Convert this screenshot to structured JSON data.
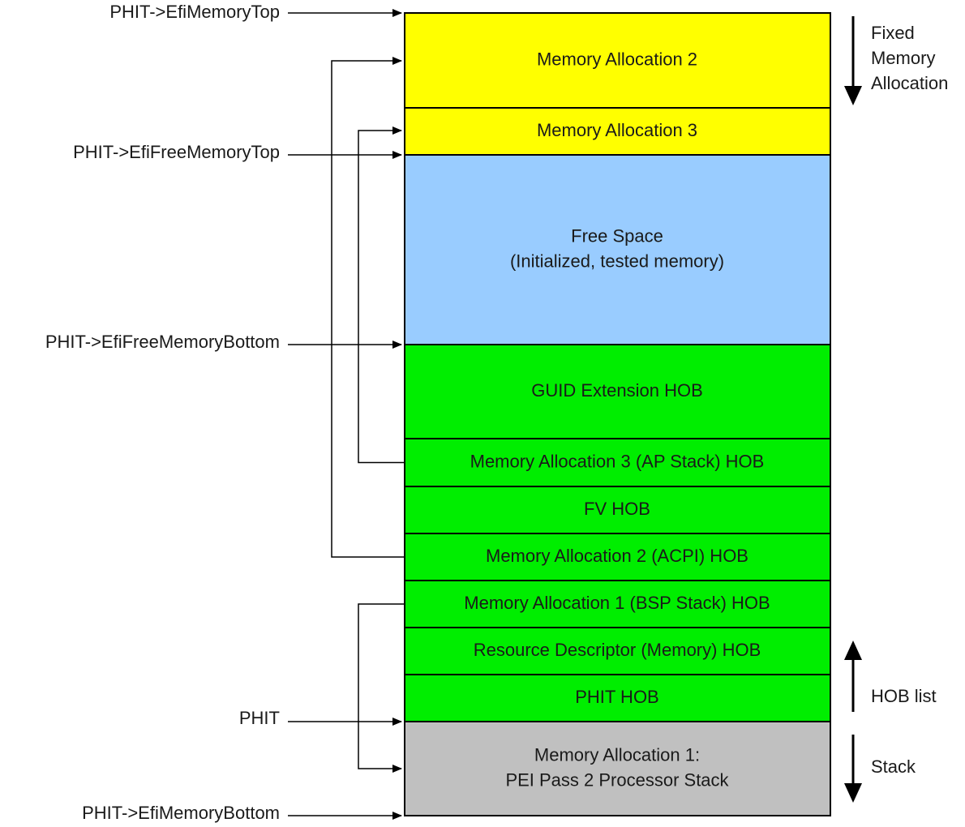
{
  "colors": {
    "yellow": "#ffff00",
    "blue": "#99ccff",
    "green": "#00ee00",
    "gray": "#c0c0c0",
    "stroke": "#000000"
  },
  "blocks": [
    {
      "id": "memory-allocation-2",
      "lines": [
        "Memory Allocation 2"
      ],
      "color": "yellow"
    },
    {
      "id": "memory-allocation-3",
      "lines": [
        "Memory Allocation 3"
      ],
      "color": "yellow"
    },
    {
      "id": "free-space",
      "lines": [
        "Free Space",
        "(Initialized, tested memory)"
      ],
      "color": "blue"
    },
    {
      "id": "guid-extension-hob",
      "lines": [
        "GUID Extension HOB"
      ],
      "color": "green"
    },
    {
      "id": "memory-allocation-3-ap-stack-hob",
      "lines": [
        "Memory Allocation 3 (AP Stack) HOB"
      ],
      "color": "green"
    },
    {
      "id": "fv-hob",
      "lines": [
        "FV HOB"
      ],
      "color": "green"
    },
    {
      "id": "memory-allocation-2-acpi-hob",
      "lines": [
        "Memory Allocation 2 (ACPI) HOB"
      ],
      "color": "green"
    },
    {
      "id": "memory-allocation-1-bsp-stack-hob",
      "lines": [
        "Memory Allocation 1 (BSP Stack) HOB"
      ],
      "color": "green"
    },
    {
      "id": "resource-descriptor-memory-hob",
      "lines": [
        "Resource Descriptor (Memory) HOB"
      ],
      "color": "green"
    },
    {
      "id": "phit-hob",
      "lines": [
        "PHIT HOB"
      ],
      "color": "green"
    },
    {
      "id": "memory-allocation-1-stack",
      "lines": [
        "Memory Allocation 1:",
        "PEI Pass 2 Processor Stack"
      ],
      "color": "gray"
    }
  ],
  "pointers": [
    {
      "id": "phit-efi-memory-top",
      "label": "PHIT->EfiMemoryTop"
    },
    {
      "id": "phit-efi-free-memory-top",
      "label": "PHIT->EfiFreeMemoryTop"
    },
    {
      "id": "phit-efi-free-memory-bottom",
      "label": "PHIT->EfiFreeMemoryBottom"
    },
    {
      "id": "phit",
      "label": "PHIT"
    },
    {
      "id": "phit-efi-memory-bottom",
      "label": "PHIT->EfiMemoryBottom"
    }
  ],
  "side_notes": [
    {
      "id": "fixed-memory-allocation",
      "lines": [
        "Fixed",
        "Memory",
        "Allocation"
      ],
      "direction": "down"
    },
    {
      "id": "hob-list",
      "lines": [
        "HOB list"
      ],
      "direction": "up"
    },
    {
      "id": "stack",
      "lines": [
        "Stack"
      ],
      "direction": "down"
    }
  ],
  "links": [
    {
      "from": "memory-allocation-2-acpi-hob",
      "to": "memory-allocation-2"
    },
    {
      "from": "memory-allocation-3-ap-stack-hob",
      "to": "memory-allocation-3"
    },
    {
      "from": "memory-allocation-1-bsp-stack-hob",
      "to": "memory-allocation-1-stack"
    }
  ]
}
